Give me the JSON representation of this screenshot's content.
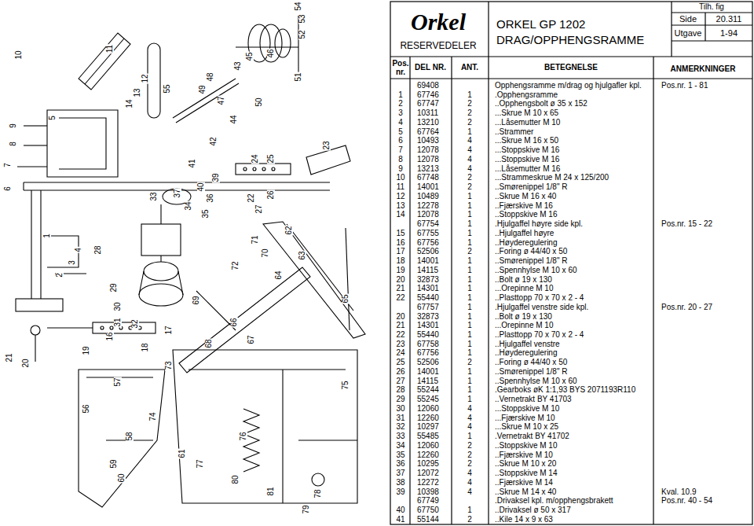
{
  "diagram": {
    "labels": [
      "Orkel",
      "RESERVEDELER",
      "ORKEL GP 1202",
      "DRAG/OPPHENGSRAMME",
      "Tilh. fig",
      "Side",
      "20.311",
      "Utgave",
      "1-94",
      "Pos. nr.",
      "DEL NR.",
      "ANT.",
      "BETEGNELSE",
      "ANMERKNINGER",
      "69408",
      "Opphengsramme m/drag og hjulgafler kpl.",
      "Pos.nr. 1 - 81",
      "1",
      "67746",
      "1",
      ".Opphengsramme",
      "2",
      "67747",
      "2",
      "..Opphengsbolt ø 35 x 152",
      "3",
      "10311",
      "2",
      "...Skrue M 10 x 65",
      "4",
      "13210",
      "2",
      "...Låsemutter M 10",
      "5",
      "67764",
      "1",
      "..Strammer",
      "6",
      "10493",
      "4",
      "...Skrue M 16 x 50",
      "7",
      "12078",
      "4",
      "...Stoppskive M 16",
      "8",
      "12078",
      "4",
      "...Stoppskive M 16",
      "9",
      "13213",
      "4",
      "...Låsemutter M 16",
      "10",
      "67748",
      "2",
      "...Strammeskrue M 24 x 125/200",
      "11",
      "14001",
      "2",
      "..Smørenippel 1/8\" R",
      "12",
      "10489",
      "1",
      "..Skrue M 16 x 40",
      "13",
      "12278",
      "1",
      "..Fjærskive M 16",
      "14",
      "12078",
      "1",
      "..Stoppskive M 16",
      "67754",
      "1",
      ".Hjulgaffel høyre side kpl.",
      "Pos.nr. 15 - 22",
      "15",
      "67755",
      "1",
      "..Hjulgaffel høyre",
      "16",
      "67756",
      "1",
      "..Høyderegulering",
      "17",
      "52506",
      "2",
      "..Foring ø 44/40 x 50",
      "18",
      "14001",
      "1",
      "..Smørenippel 1/8\" R",
      "19",
      "14115",
      "1",
      "..Spennhylse M 10 x 60",
      "20",
      "32873",
      "1",
      "..Bolt ø 19 x 130",
      "21",
      "14301",
      "1",
      "...Orepinne M 10",
      "22",
      "55440",
      "1",
      "..Plasttopp 70 x 70 x 2 - 4",
      "67757",
      "1",
      ".Hjulgaffel venstre side kpl.",
      "Pos.nr. 20 - 27",
      "20",
      "32873",
      "1",
      "..Bolt ø 19 x 130",
      "21",
      "14301",
      "1",
      "...Orepinne M 10",
      "22",
      "55440",
      "1",
      "..Plasttopp 70 x 70 x 2 - 4",
      "23",
      "67758",
      "1",
      "..Hjulgaffel venstre",
      "24",
      "67756",
      "1",
      "..Høyderegulering",
      "25",
      "52506",
      "2",
      "..Foring ø 44/40 x 50",
      "26",
      "14001",
      "1",
      "..Smørenippel 1/8\" R",
      "27",
      "14115",
      "1",
      "..Spennhylse M 10 x 60",
      "28",
      "55244",
      "1",
      ".Gearboks øK 1:1,93 BYS 2071193R110",
      "29",
      "55245",
      "1",
      "..Vernetrakt BY 41703",
      "30",
      "12060",
      "4",
      "...Stoppskive M 10",
      "31",
      "12260",
      "4",
      "...Fjærskive M 10",
      "32",
      "10297",
      "4",
      "...Skrue M 10 x 25",
      "33",
      "55485",
      "1",
      ".Vernetrakt BY 41702",
      "34",
      "12060",
      "2",
      "..Stoppskive M 10",
      "35",
      "12260",
      "2",
      "..Fjærskive M 10",
      "36",
      "10295",
      "2",
      "..Skrue M 10 x 20",
      "37",
      "12072",
      "4",
      "..Stoppskive M 14",
      "38",
      "12272",
      "4",
      "..Fjærskive M 14",
      "39",
      "10398",
      "4",
      "..Skrue M 14 x 40",
      "Kval. 10.9",
      "67749",
      ".Drivaksel kpl. m/opphengsbrakett",
      "Pos.nr. 40 - 54",
      "40",
      "67750",
      "1",
      "..Drivaksel ø 50 x 317",
      "41",
      "55144",
      "2",
      "..Kile 14 x 9 x 63",
      "54",
      "53",
      "52",
      "46",
      "45",
      "43",
      "51",
      "48",
      "49",
      "47",
      "50",
      "44",
      "55",
      "42",
      "41",
      "39",
      "40",
      "36",
      "37",
      "33",
      "34",
      "35",
      "24",
      "25",
      "23",
      "22",
      "26",
      "27",
      "10",
      "11",
      "12",
      "13",
      "14",
      "9",
      "8",
      "7",
      "6",
      "5",
      "1",
      "28",
      "4",
      "3",
      "2",
      "29",
      "30",
      "31",
      "32",
      "21",
      "20",
      "16",
      "19",
      "17",
      "18",
      "57",
      "56",
      "58",
      "59",
      "60",
      "74",
      "73",
      "61",
      "77",
      "72",
      "71",
      "70",
      "62",
      "63",
      "64",
      "69",
      "65",
      "66",
      "67",
      "68",
      "75",
      "76",
      "80",
      "81",
      "78",
      "79"
    ]
  }
}
